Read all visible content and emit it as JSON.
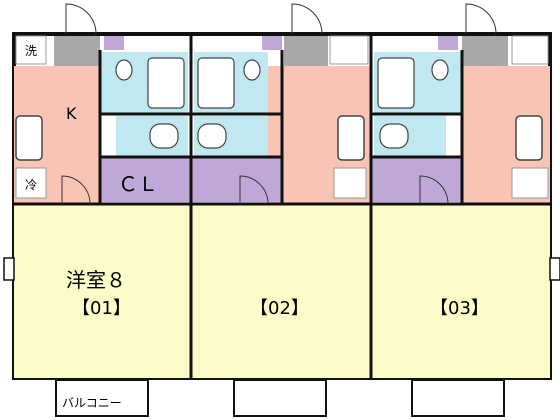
{
  "labels": {
    "washer": "洗",
    "kitchen": "K",
    "fridge": "冷",
    "closet": "ＣＬ",
    "room_name": "洋室８",
    "balcony": "バルコニー"
  },
  "units": [
    {
      "label": "【01】"
    },
    {
      "label": "【02】"
    },
    {
      "label": "【03】"
    }
  ],
  "colors": {
    "room": "#fbfbc8",
    "kitchen": "#f8c4b4",
    "bath": "#bfe8f0",
    "closet": "#bfa8d8",
    "entry": "#a8a8a8",
    "wall": "#111111"
  }
}
